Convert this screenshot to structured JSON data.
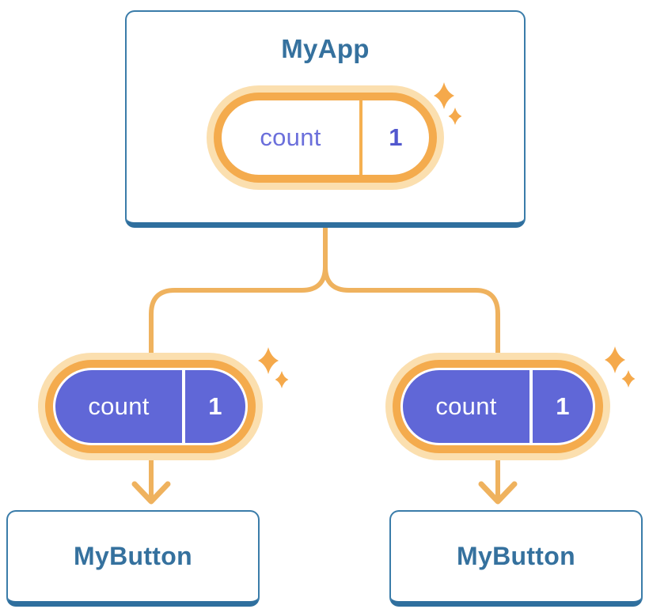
{
  "diagram": {
    "parent": {
      "title": "MyApp",
      "pill": {
        "label": "count",
        "value": "1"
      }
    },
    "children": [
      {
        "title": "MyButton",
        "pill": {
          "label": "count",
          "value": "1"
        }
      },
      {
        "title": "MyButton",
        "pill": {
          "label": "count",
          "value": "1"
        }
      }
    ]
  },
  "icons": {
    "sparkle": "four-point-sparkle"
  },
  "colors": {
    "blue_text": "#35719E",
    "card_border": "#3A7CA9",
    "card_border_bottom": "#2F6F9E",
    "connector_orange": "#EFB25E",
    "pill_ring_orange": "#F4AB4D",
    "pill_halo_orange": "#FBDFAF",
    "pill_divider_orange": "#F5B050",
    "pill_purple_fill": "#6067D7",
    "pill_purple_label": "#6B6FDB",
    "pill_purple_value": "#5157CE",
    "sparkle_orange": "#F5A94B",
    "background": "#FFFFFF"
  }
}
